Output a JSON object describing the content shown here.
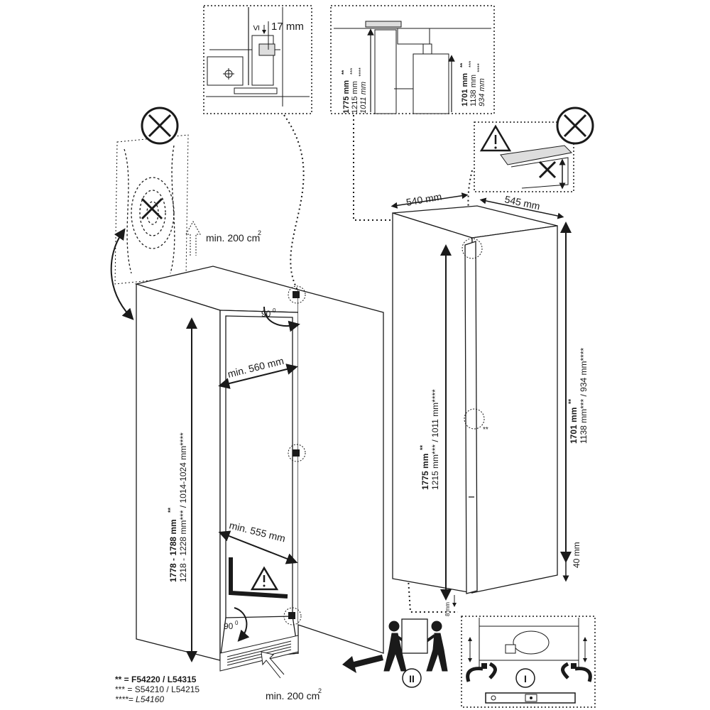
{
  "detail_top_left": {
    "gap_label": "17 mm",
    "gap_symbol": "≤"
  },
  "detail_top_right": {
    "left_height_main": "1775 mm",
    "left_height_alt1": "1215 mm",
    "left_height_alt2": "1011 mm",
    "right_height_main": "1701 mm",
    "right_height_alt1": "1138 mm",
    "right_height_alt2": "934 mm"
  },
  "niche": {
    "ventilation_top": "min. 200 cm",
    "ventilation_bottom": "min. 200 cm",
    "squared": "2",
    "width_top": "min. 560 mm",
    "width_bottom": "min. 555 mm",
    "angle_top": "90",
    "angle_bottom": "90",
    "degree": "0",
    "height_main": "1778 - 1788 mm",
    "height_alt": "1218 - 1228 mm*** / 1014-1024 mm****"
  },
  "appliance": {
    "width": "540 mm",
    "depth": "545 mm",
    "door_height_main": "1775 mm",
    "door_height_alt": "1215 mm*** / 1011 mm****",
    "body_height_main": "1701 mm",
    "body_height_alt": "1138 mm*** / 934 mm****",
    "bottom_gap": "40 mm",
    "plinth_gap": "8 mm",
    "hinge_note": "**"
  },
  "steps": {
    "step_two": "II",
    "step_one": "I"
  },
  "stars": {
    "two": "**",
    "three": "***",
    "four": "****"
  },
  "legend": [
    {
      "stars": "**",
      "text": " = F54220 / L54315"
    },
    {
      "stars": "***",
      "text": " = S54210 / L54215"
    },
    {
      "stars": "****",
      "text": "= L54160"
    }
  ],
  "icons": [
    "prohibited-icon",
    "warning-triangle-icon",
    "person-icon",
    "arrow-icon",
    "spirit-level-icon"
  ]
}
